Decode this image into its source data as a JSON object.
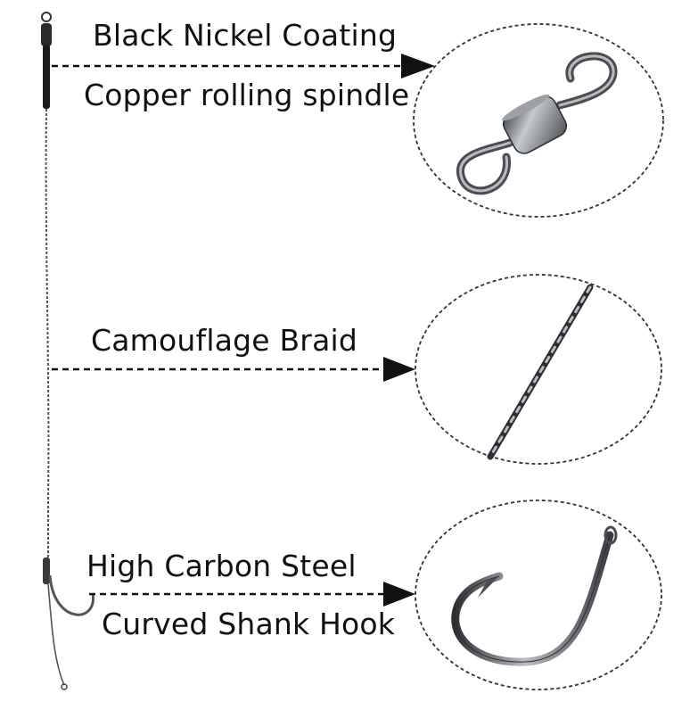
{
  "features": [
    {
      "id": "swivel",
      "lines": [
        "Black Nickel Coating",
        "Copper rolling spindle"
      ],
      "icon": "barrel-swivel-icon"
    },
    {
      "id": "braid",
      "lines": [
        "Camouflage Braid"
      ],
      "icon": "braided-line-icon"
    },
    {
      "id": "hook",
      "lines": [
        "High Carbon Steel",
        "Curved Shank Hook"
      ],
      "icon": "curved-hook-icon"
    }
  ],
  "colors": {
    "text": "#111111",
    "metal": "#6f7378",
    "metal_dark": "#2c2f33",
    "arrow": "#111111"
  }
}
